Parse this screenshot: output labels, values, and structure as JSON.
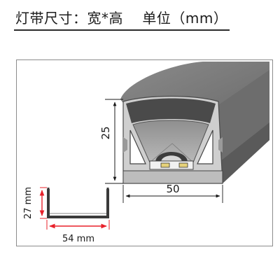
{
  "header": {
    "title": "灯带尺寸：宽*高    单位（mm）"
  },
  "main_profile": {
    "height_label": "25",
    "width_label": "50"
  },
  "channel_profile": {
    "height_label": "27 mm",
    "width_label": "54 mm",
    "accent_color": "#e8202a"
  }
}
